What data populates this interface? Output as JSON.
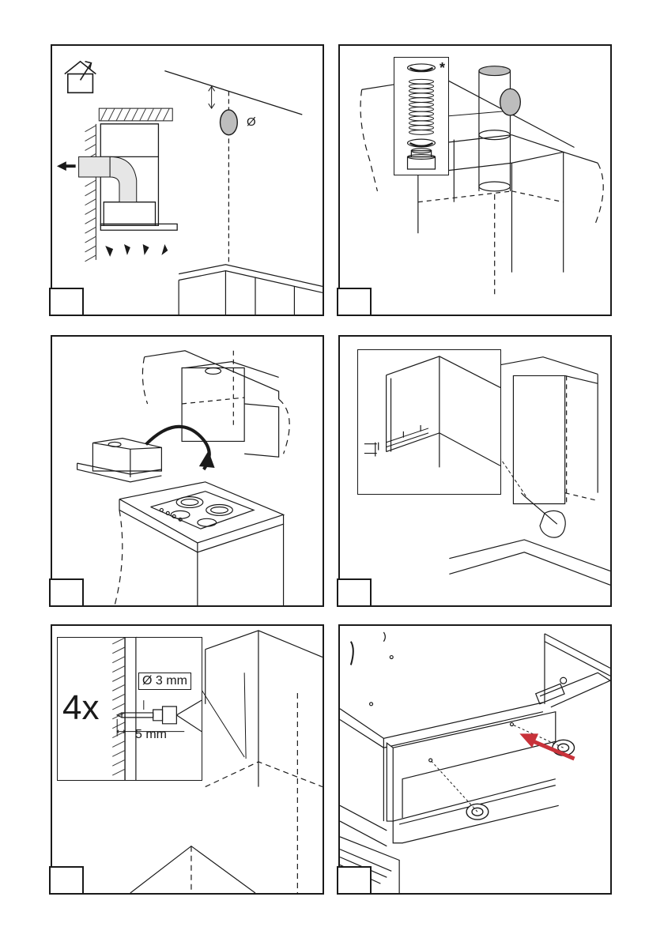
{
  "panels": [
    {
      "id": "p1",
      "symbols": {
        "diameter": "Ø",
        "outdoor_icon": "house-exhaust-icon"
      }
    },
    {
      "id": "p2",
      "symbols": {
        "asterisk": "*"
      }
    },
    {
      "id": "p3"
    },
    {
      "id": "p4"
    },
    {
      "id": "p5",
      "count": "4x",
      "drill_diameter": "Ø 3 mm",
      "drill_depth": "5 mm"
    },
    {
      "id": "p6",
      "colors": {
        "arrow": "#c8323a"
      }
    }
  ],
  "colors": {
    "line": "#1a1a1a",
    "hatch": "#3a3a3a",
    "arrow_red": "#c8323a",
    "fill_grey": "#bdbdbd"
  }
}
